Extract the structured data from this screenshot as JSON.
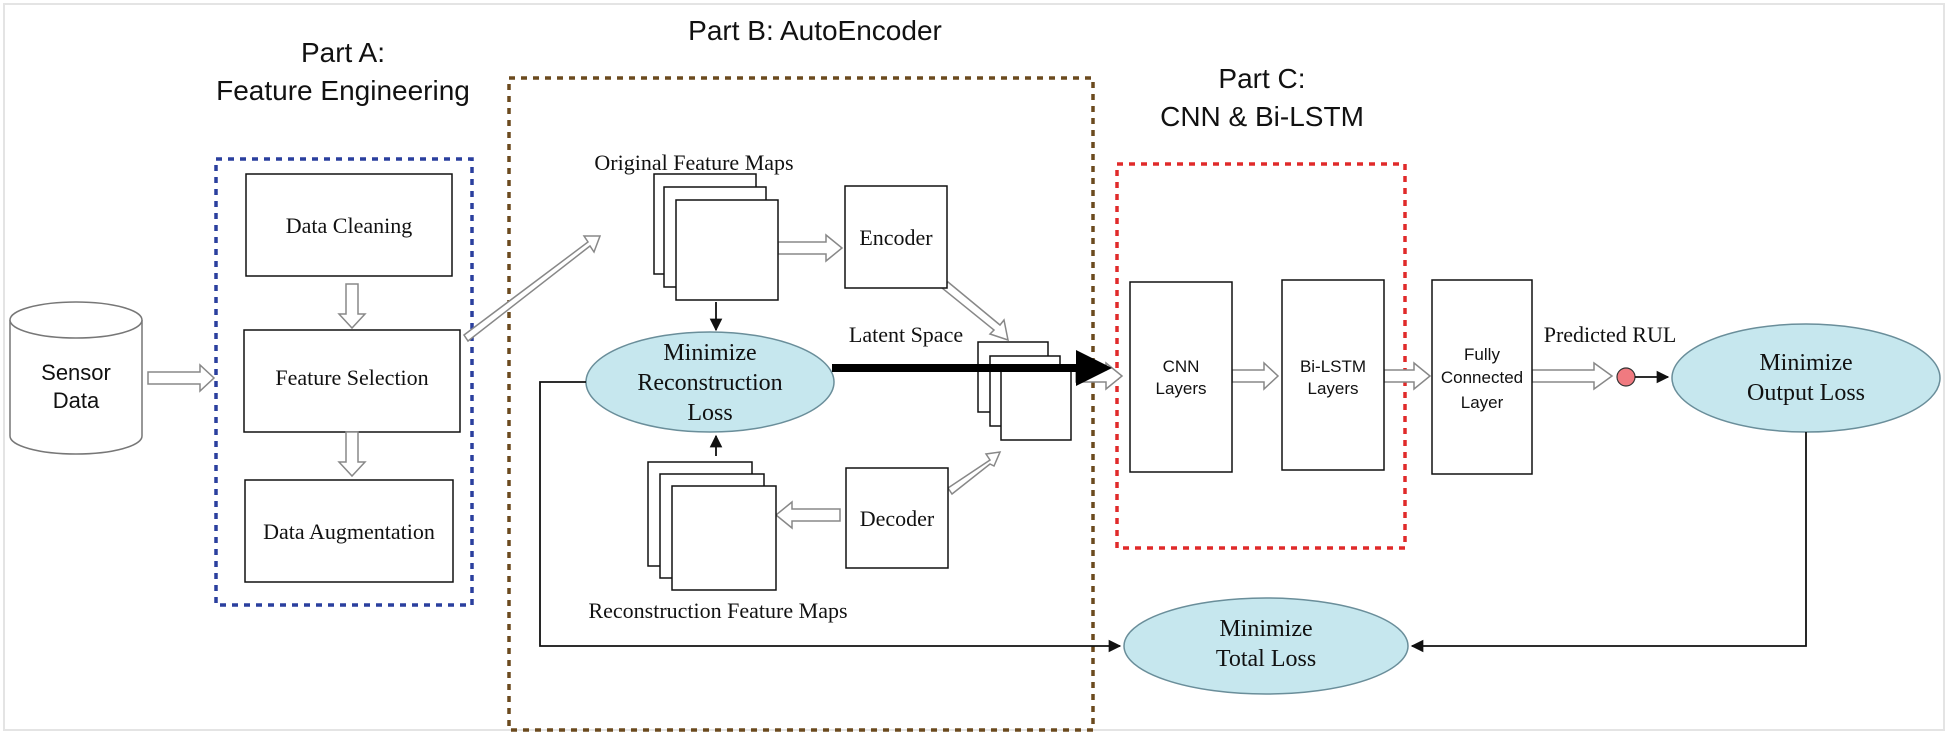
{
  "sections": {
    "part_a": {
      "line1": "Part A:",
      "line2": "Feature Engineering"
    },
    "part_b": {
      "line1": "Part B: AutoEncoder"
    },
    "part_c": {
      "line1": "Part C:",
      "line2": "CNN & Bi-LSTM"
    }
  },
  "nodes": {
    "sensor_data": {
      "line1": "Sensor",
      "line2": "Data"
    },
    "data_cleaning": "Data Cleaning",
    "feature_selection": "Feature Selection",
    "data_augmentation": "Data Augmentation",
    "original_feature_maps": "Original Feature Maps",
    "encoder": "Encoder",
    "decoder": "Decoder",
    "latent_space": "Latent Space",
    "reconstruction_feature_maps": "Reconstruction Feature Maps",
    "minimize_reconstruction_loss": {
      "line1": "Minimize",
      "line2": "Reconstruction",
      "line3": "Loss"
    },
    "cnn_layers": {
      "line1": "CNN",
      "line2": "Layers"
    },
    "bilstm_layers": {
      "line1": "Bi-LSTM",
      "line2": "Layers"
    },
    "fully_connected": {
      "line1": "Fully",
      "line2": "Connected",
      "line3": "Layer"
    },
    "predicted_rul": "Predicted RUL",
    "minimize_output_loss": {
      "line1": "Minimize",
      "line2": "Output Loss"
    },
    "minimize_total_loss": {
      "line1": "Minimize",
      "line2": "Total Loss"
    }
  },
  "colors": {
    "part_a_border": "#2a3f9e",
    "part_b_border": "#6b4a1e",
    "part_c_border": "#e02a2a",
    "ellipse_fill": "#c6e7ee",
    "rul_dot": "#f07a80"
  }
}
